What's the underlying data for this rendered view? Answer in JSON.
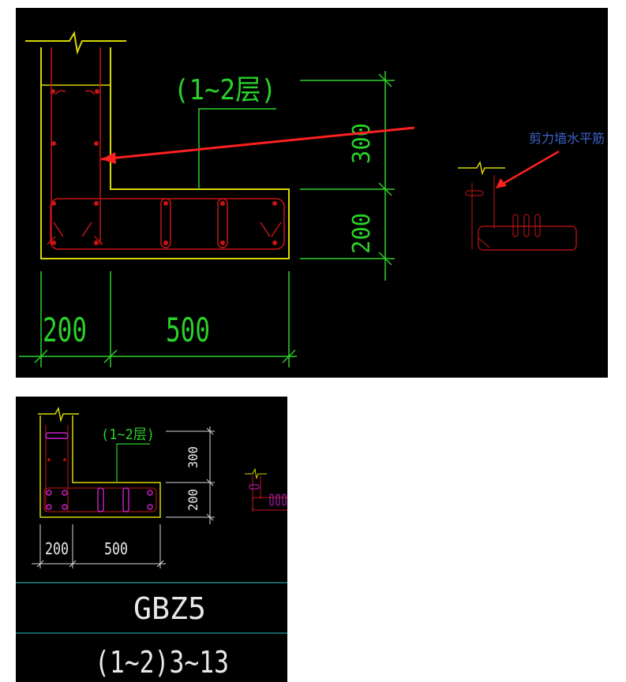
{
  "top": {
    "level_label": "(1~2层)",
    "dims": {
      "v_upper": "300",
      "v_lower": "200",
      "h_left": "200",
      "h_right": "500"
    },
    "callout": "剪力墙水平筋"
  },
  "bottom": {
    "level_label": "(1~2层)",
    "dims": {
      "v_upper": "300",
      "v_lower": "200",
      "h_left": "200",
      "h_right": "500"
    },
    "component_name": "GBZ5",
    "floor_range": "(1~2)3~13"
  },
  "colors": {
    "background": "#000000",
    "outline": "#d8d800",
    "rebar": "#c81414",
    "dimension": "#2ad12a",
    "stirrup": "#d020d0",
    "divider": "#22c8c8",
    "arrow": "#ff2020",
    "callout_text": "#3b63c9"
  }
}
